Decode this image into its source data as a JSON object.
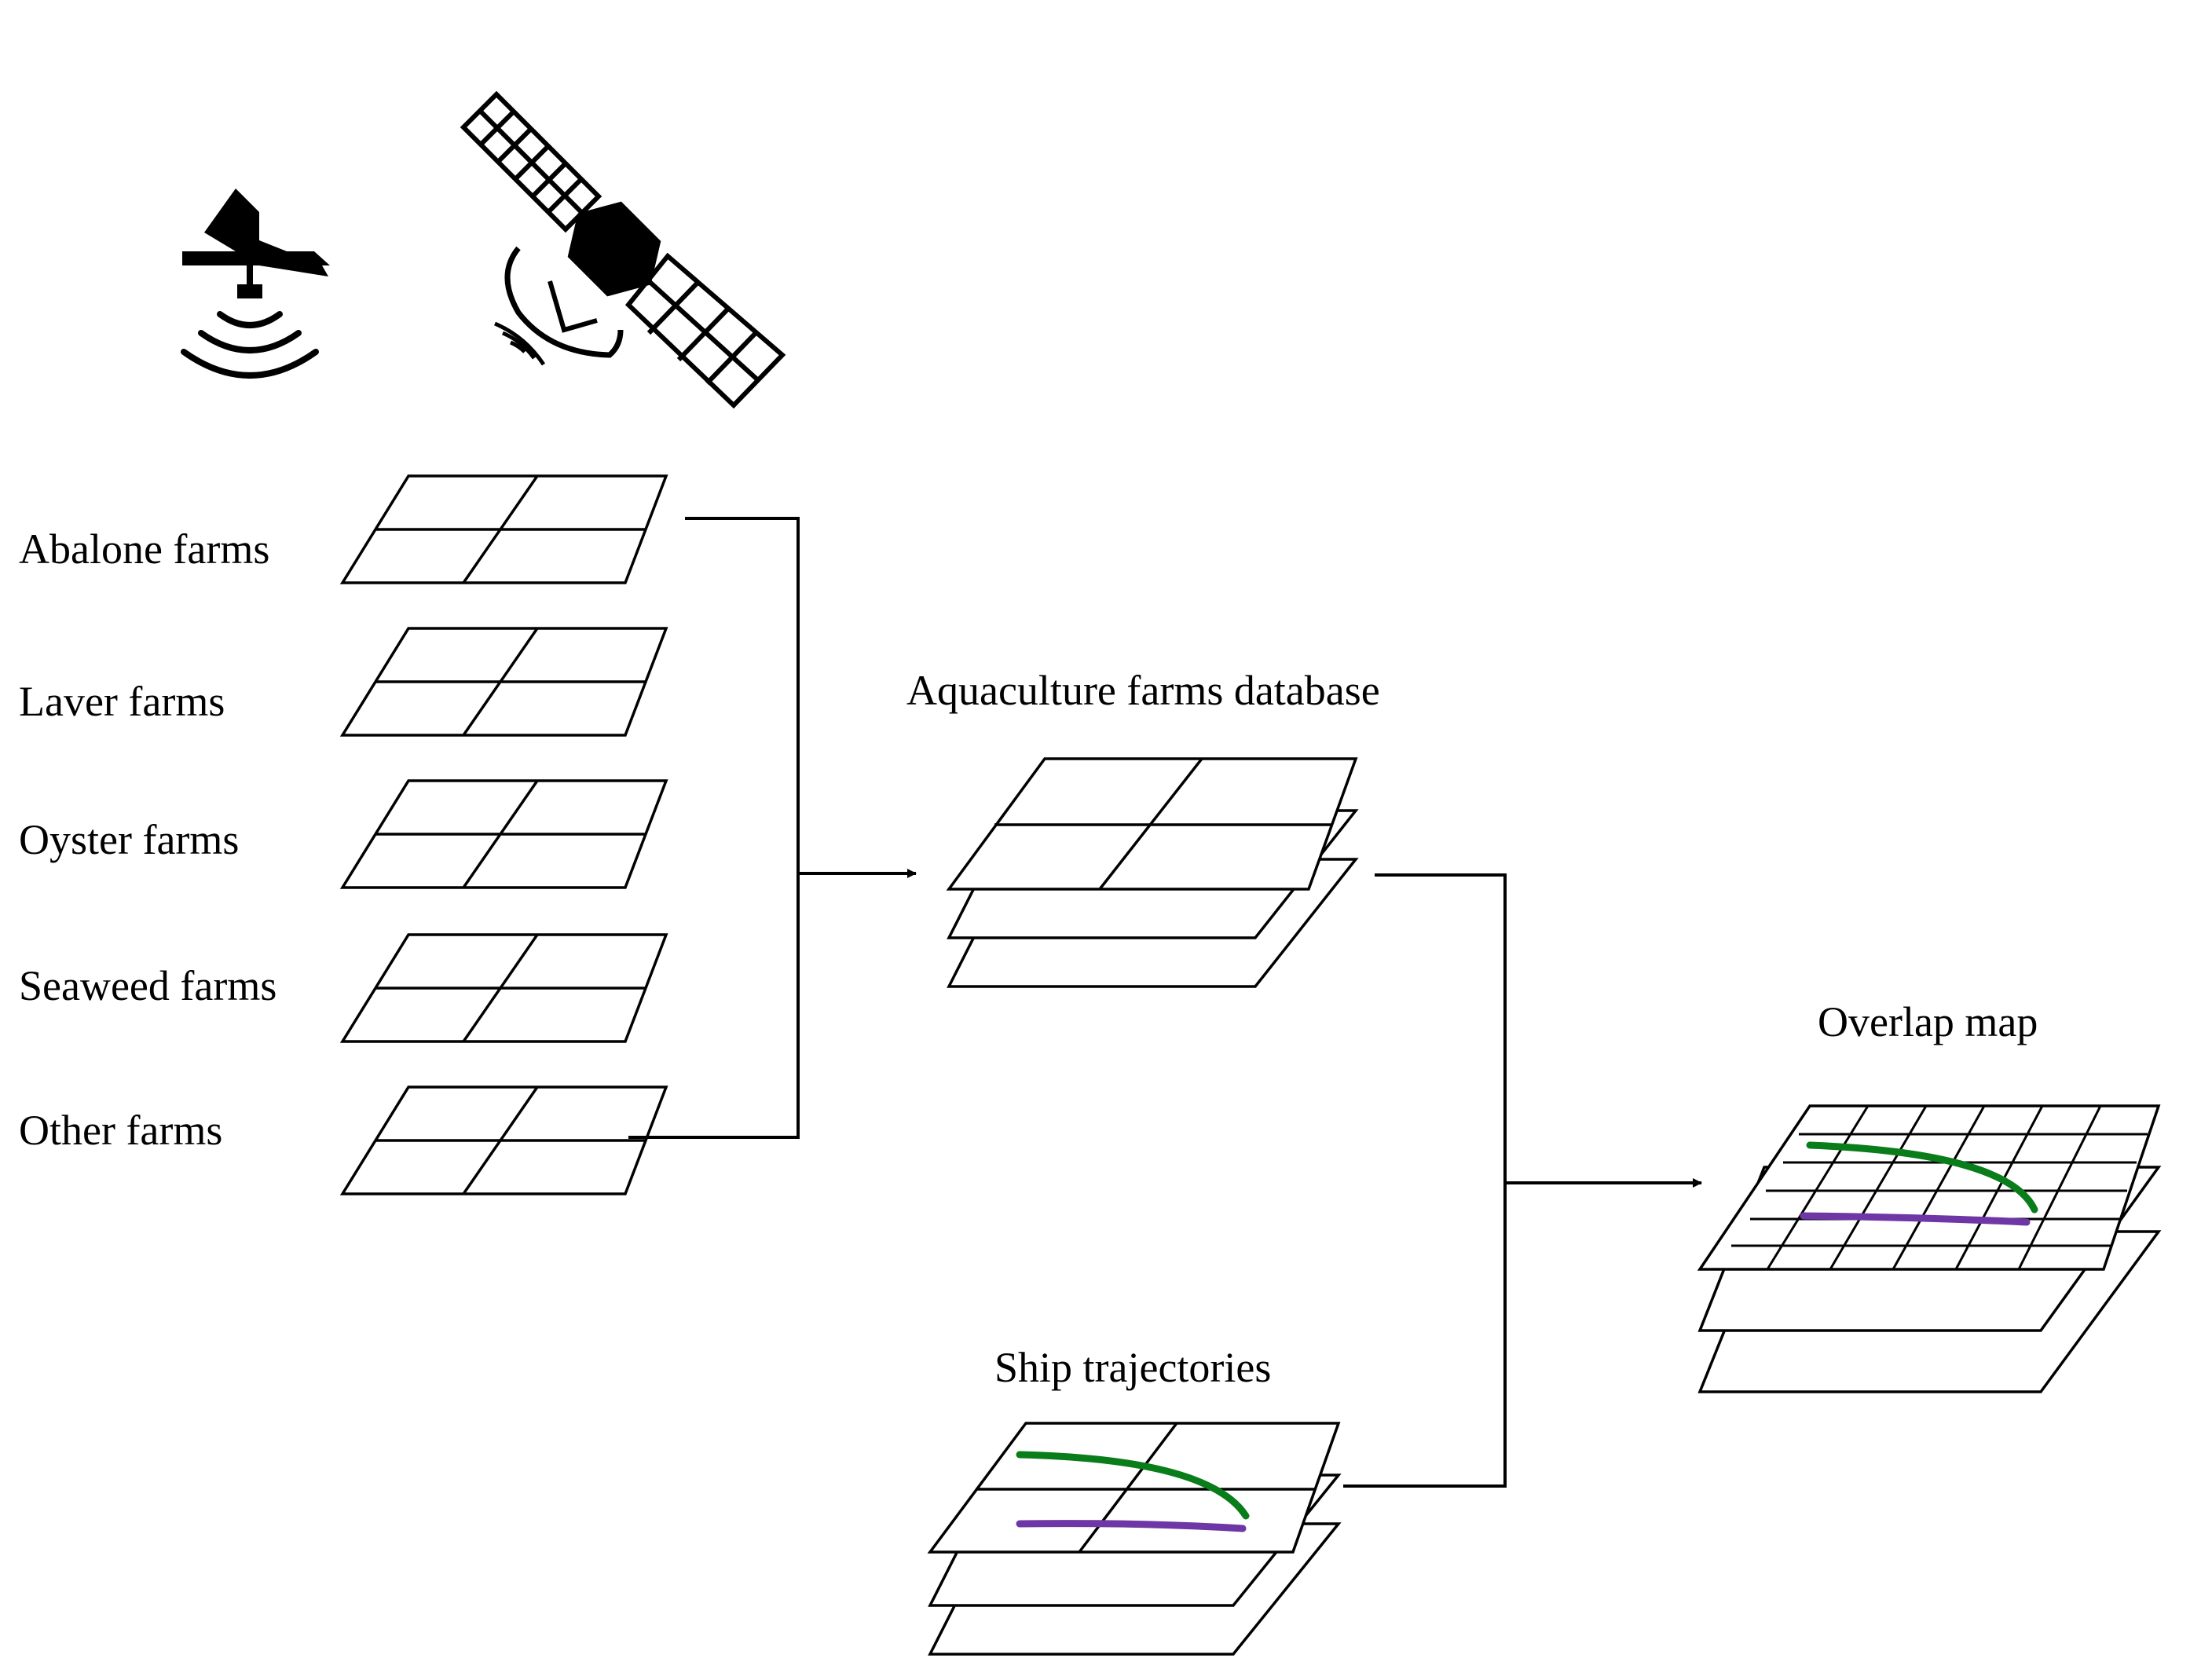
{
  "sources": {
    "aircraft_icon": "airborne-sensor-icon",
    "satellite_icon": "satellite-icon"
  },
  "farm_layers": [
    {
      "label": "Abalone farms"
    },
    {
      "label": "Laver farms"
    },
    {
      "label": "Oyster farms"
    },
    {
      "label": "Seaweed farms"
    },
    {
      "label": "Other farms"
    }
  ],
  "database": {
    "label": "Aquaculture farms database"
  },
  "trajectories": {
    "label": "Ship trajectories"
  },
  "overlap": {
    "label": "Overlap map"
  },
  "colors": {
    "line": "#000000",
    "trajectory_green": "#0a7d1b",
    "trajectory_purple": "#6f36a6"
  }
}
